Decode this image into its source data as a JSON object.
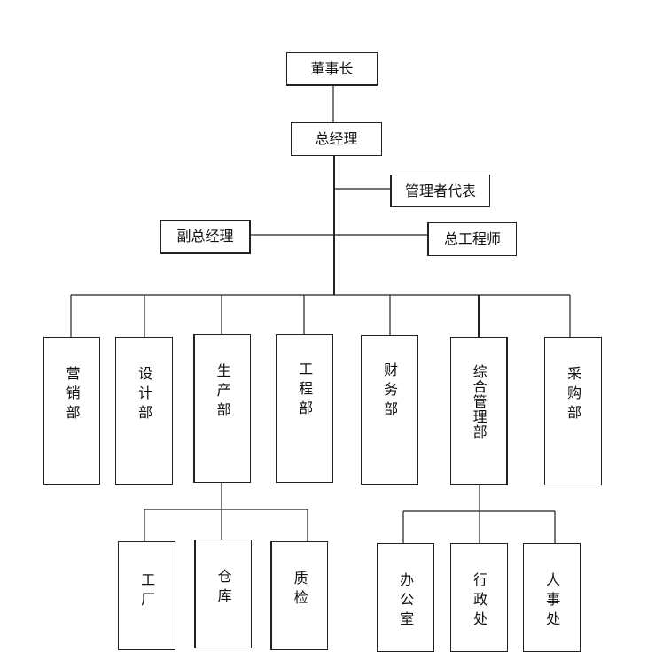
{
  "chart": {
    "chairman": "董事长",
    "gm": "总经理",
    "mgmt_rep": "管理者代表",
    "deputy_gm": "副总经理",
    "chief_engineer": "总工程师",
    "departments": {
      "sales": "营销部",
      "design": "设计部",
      "production": "生产部",
      "engineering": "工程部",
      "finance": "财务部",
      "general_mgmt": "综合管理部",
      "purchasing": "采购部"
    },
    "production_units": {
      "factory": "工厂",
      "warehouse": "仓库",
      "qc": "质检"
    },
    "admin_units": {
      "office": "办公室",
      "administration": "行政处",
      "hr": "人事处"
    }
  }
}
